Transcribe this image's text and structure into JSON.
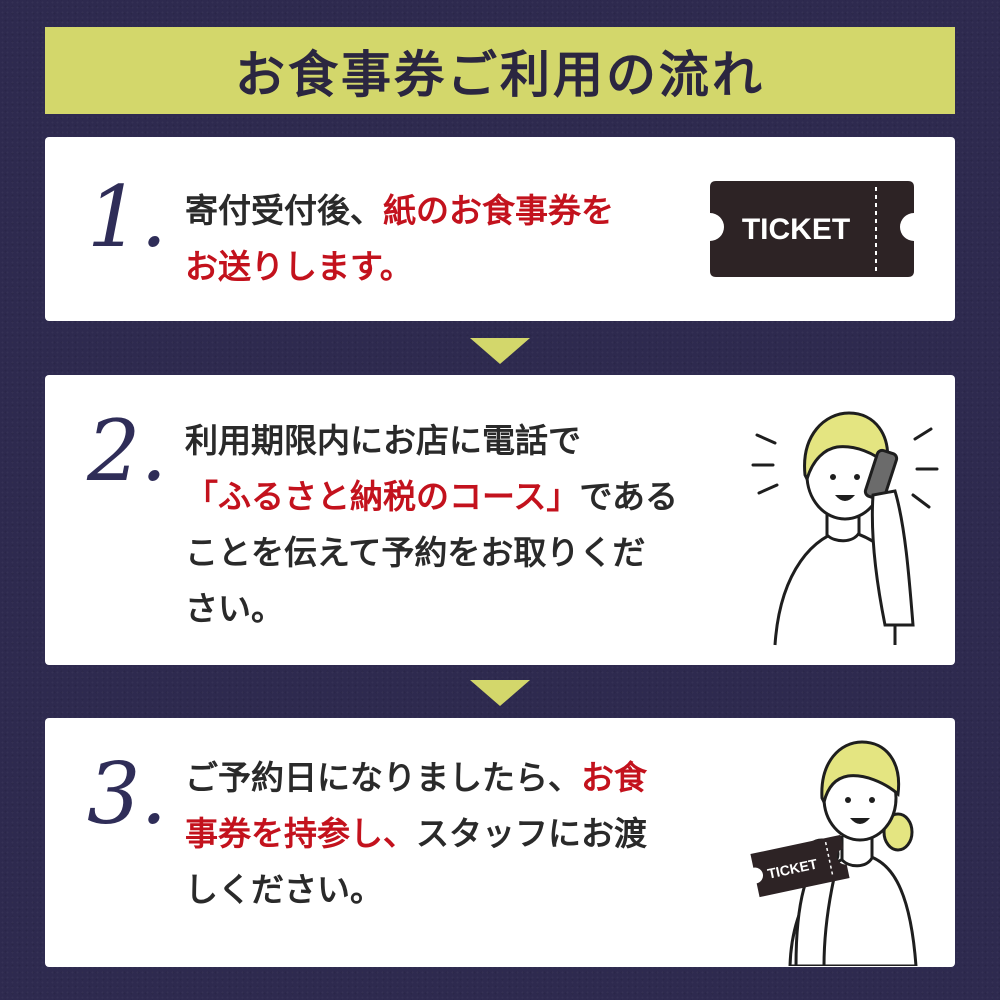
{
  "title": "お食事券ご利用の流れ",
  "steps": [
    {
      "number": "1.",
      "line1_a": "寄付受付後、",
      "line1_b": "紙のお食事券を",
      "line2": "お送りします。",
      "illustration": "ticket-icon",
      "ticket_label": "TICKET"
    },
    {
      "number": "2.",
      "line1": "利用期限内にお店に電話で",
      "line2_a": "「ふるさと納税のコース」",
      "line2_b": "である",
      "line3": "ことを伝えて予約をお取りくだ",
      "line4": "さい。",
      "illustration": "phone-call-person-icon"
    },
    {
      "number": "3.",
      "line1_a": "ご予約日になりましたら、",
      "line1_b": "お食",
      "line2_a": "事券を持参し、",
      "line2_b": "スタッフにお渡",
      "line3": "しください。",
      "illustration": "person-holding-ticket-icon",
      "ticket_label": "TICKET"
    }
  ],
  "colors": {
    "background": "#2e2a4f",
    "banner": "#d3d76b",
    "card": "#ffffff",
    "accent_red": "#c3121d",
    "number": "#2f2d58",
    "hair": "#e4e581"
  }
}
